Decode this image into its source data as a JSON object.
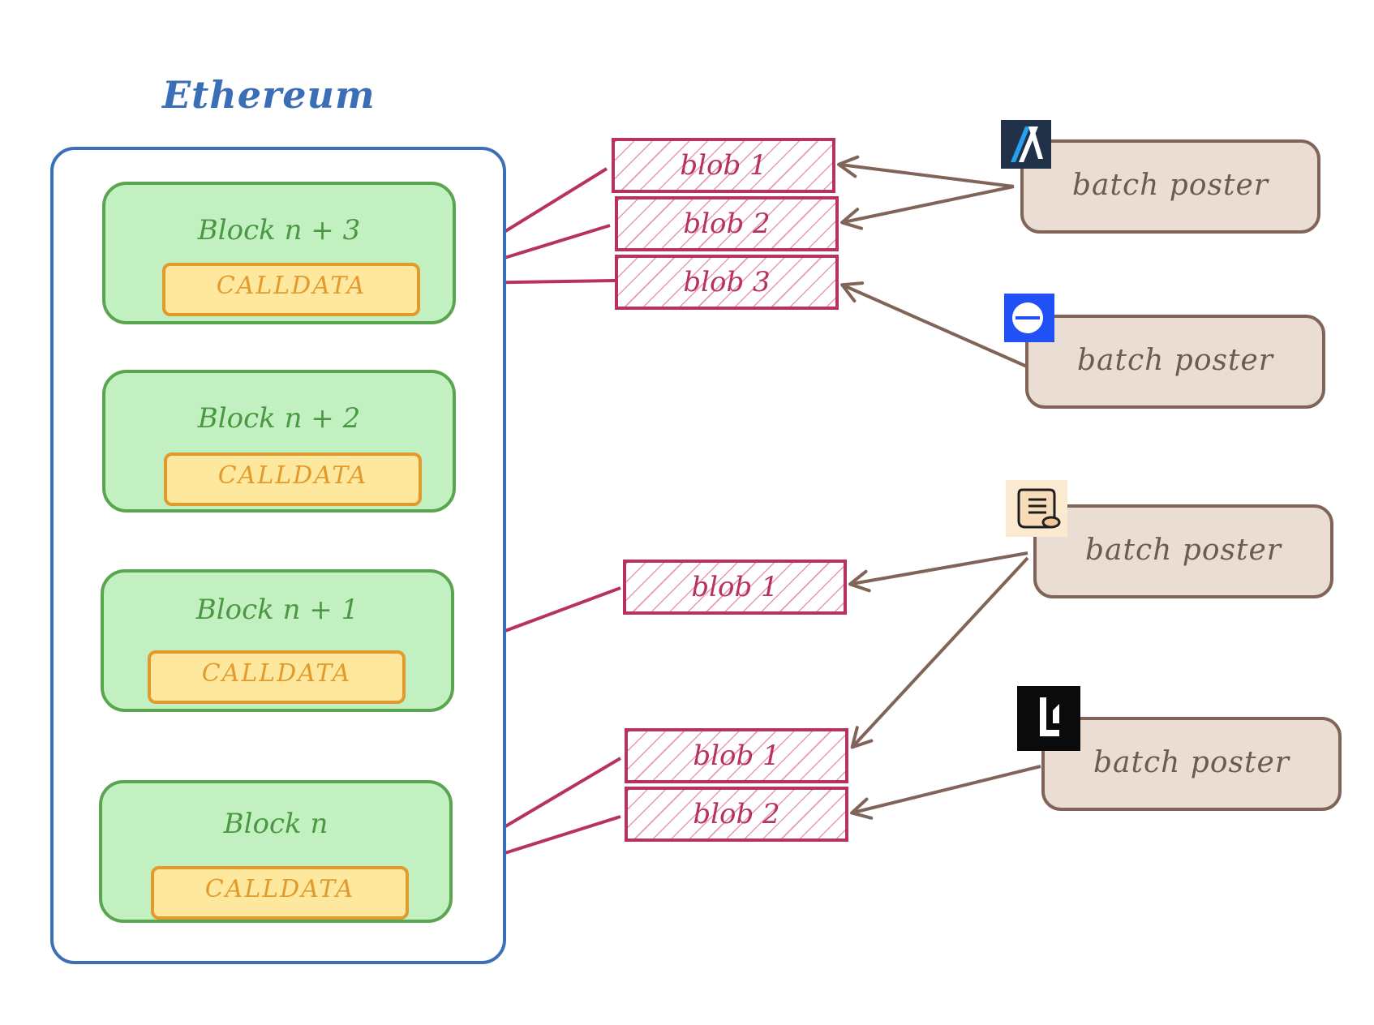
{
  "title": "Ethereum",
  "blocks": [
    {
      "label": "Block n + 3",
      "calldata": "CALLDATA"
    },
    {
      "label": "Block n + 2",
      "calldata": "CALLDATA"
    },
    {
      "label": "Block n + 1",
      "calldata": "CALLDATA"
    },
    {
      "label": "Block n",
      "calldata": "CALLDATA"
    }
  ],
  "blobs": [
    {
      "label": "blob 1"
    },
    {
      "label": "blob 2"
    },
    {
      "label": "blob 3"
    },
    {
      "label": "blob 1"
    },
    {
      "label": "blob 1"
    },
    {
      "label": "blob 2"
    }
  ],
  "posters": [
    {
      "label": "batch poster",
      "logo": "arbitrum-logo-icon"
    },
    {
      "label": "batch poster",
      "logo": "base-logo-icon"
    },
    {
      "label": "batch poster",
      "logo": "scroll-logo-icon"
    },
    {
      "label": "batch poster",
      "logo": "linea-logo-icon"
    }
  ],
  "colors": {
    "ethereum": "#3d6fb8",
    "block_border": "#5aa550",
    "block_fill": "#c3f0c0",
    "calldata": "#e39a2d",
    "blob": "#b8325f",
    "poster": "#806458"
  }
}
